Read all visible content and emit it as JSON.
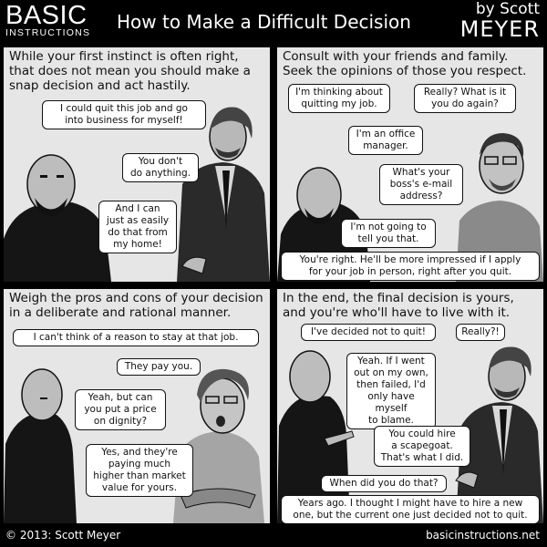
{
  "header": {
    "logo_line1": "BASIC",
    "logo_line2": "INSTRUCTIONS",
    "title": "How to Make a Difficult Decision",
    "byline_1": "by Scott",
    "byline_2": "MEYER"
  },
  "panels": [
    {
      "caption": "While your first instinct is often right,\nthat does not mean you should make a\nsnap decision and act hastily.",
      "bubbles": [
        "I could quit this job and go\ninto business for myself!",
        "You don't\ndo anything.",
        "And I can\njust as easily\ndo that from\nmy home!"
      ]
    },
    {
      "caption": "Consult with your friends and family.\nSeek the opinions of those you respect.",
      "bubbles": [
        "I'm thinking about\nquitting my job.",
        "Really? What is it\nyou do again?",
        "I'm an office\nmanager.",
        "What's your\nboss's e-mail\naddress?",
        "I'm not going to\ntell you that.",
        "You're right. He'll be more impressed if I apply\nfor your job in person, right after you quit."
      ]
    },
    {
      "caption": "Weigh the pros and cons of your decision\nin a deliberate and rational manner.",
      "bubbles": [
        "I can't think of a reason to stay at that job.",
        "They pay you.",
        "Yeah, but can\nyou put a price\non dignity?",
        "Yes, and they're\npaying much\nhigher than market\nvalue for yours."
      ]
    },
    {
      "caption": "In the end, the final decision is yours,\nand you're who'll have to live with it.",
      "bubbles": [
        "I've decided not to quit!",
        "Really?!",
        "Yeah. If I went\nout on my own,\nthen failed, I'd\nonly have myself\nto blame.",
        "You could hire\na scapegoat.\nThat's what I did.",
        "When did you do that?",
        "Years ago. I thought I might have to hire a new\none, but the current one just decided not to quit."
      ]
    }
  ],
  "footer": {
    "copyright": "© 2013: Scott Meyer",
    "site": "basicinstructions.net"
  }
}
